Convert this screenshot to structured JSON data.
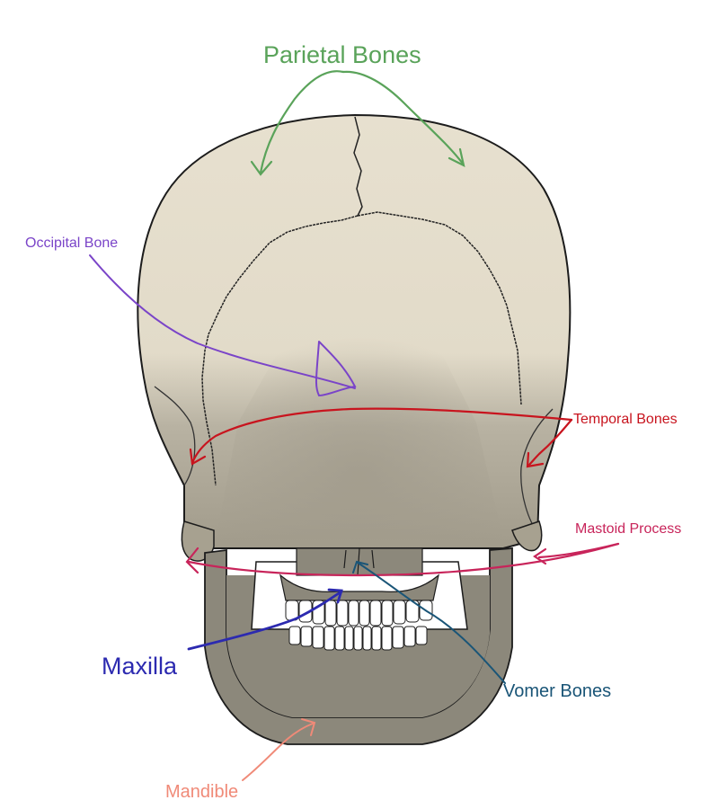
{
  "labels": {
    "parietal": "Parietal Bones",
    "occipital": "Occipital Bone",
    "temporal": "Temporal Bones",
    "mastoid": "Mastoid Process",
    "maxilla": "Maxilla",
    "vomer": "Vomer Bones",
    "mandible": "Mandible"
  },
  "colors": {
    "parietal": "#5aa35a",
    "occipital": "#7a44c8",
    "temporal": "#c8141e",
    "mastoid": "#c8245a",
    "maxilla": "#2c2ab0",
    "vomer": "#1a5577",
    "mandible": "#f08a78",
    "bone_light": "#e7e0cf",
    "bone_dark": "#a7a190",
    "mandible_fill": "#8c887b"
  }
}
